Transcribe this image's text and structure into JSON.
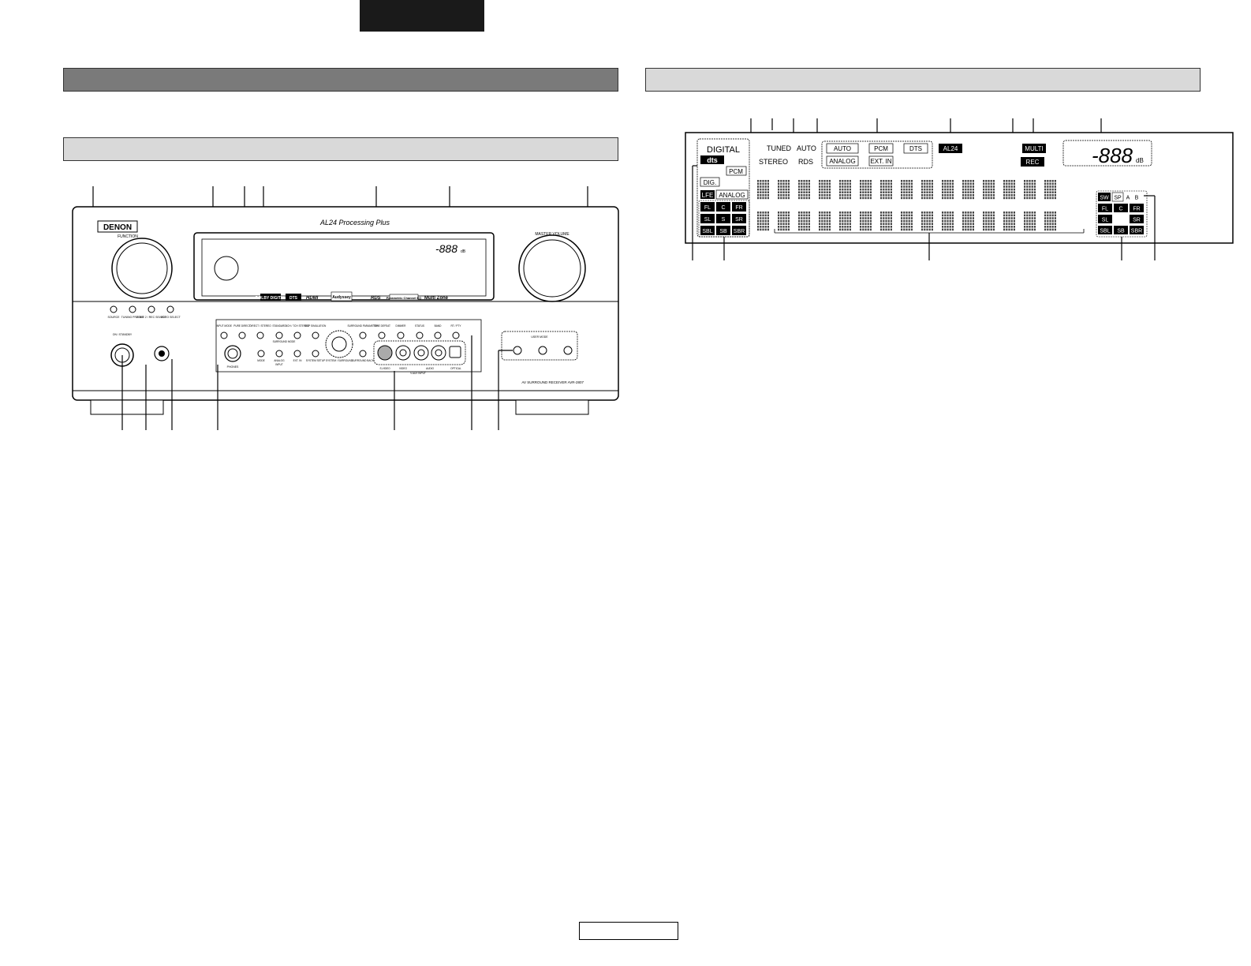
{
  "receiver": {
    "brand": "DENON",
    "function_label": "FUNCTION",
    "processing_label": "AL24 Processing Plus",
    "master_volume_label": "MASTER VOLUME",
    "on_standby_label": "ON / STANDBY",
    "phones_label": "PHONES",
    "model_label": "AV SURROUND RECEIVER AVR-2807",
    "display_readout": "-888",
    "display_unit": "dB",
    "logos": [
      "DOLBY DIGITAL",
      "DTS",
      "HDMI",
      "Audyssey",
      "RDS",
      "Parametric Channel EQ",
      "Multi Zone"
    ],
    "top_buttons": [
      "SOURCE",
      "TUNING PRESET",
      "ZONE 2 / REC SELECT",
      "VIDEO SELECT"
    ],
    "row1_buttons": [
      "INPUT MODE",
      "PURE DIRECT",
      "DIRECT / STEREO",
      "STANDARD",
      "5CH / 7CH STEREO",
      "DSP SIMULATION",
      "SURROUND PARAMETER",
      "TONE DEFEAT",
      "DIMMER",
      "STATUS",
      "BAND",
      "RT / PTY"
    ],
    "row2_buttons": [
      "MODE",
      "ANALOG",
      "INPUT",
      "EXT. IN",
      "SYSTEM SETUP",
      "SURROUND BACK"
    ],
    "labels": {
      "surround_mode": "SURROUND MODE",
      "system_surround": "SYSTEM / SURROUND",
      "v_aux_input": "V.AUX INPUT",
      "s_video": "S-VIDEO",
      "video": "VIDEO",
      "audio": "AUDIO",
      "optical": "OPTICAL",
      "user_mode": "USER MODE"
    }
  },
  "lcd": {
    "dolby_digital": "DIGITAL",
    "dts": "dts",
    "pcm": "PCM",
    "dig": "DIG.",
    "lfe": "LFE",
    "analog_box": "ANALOG",
    "stereo": "STEREO",
    "tuned": "TUNED",
    "auto": "AUTO",
    "rds": "RDS",
    "input_auto": "AUTO",
    "input_pcm": "PCM",
    "input_dts": "DTS",
    "input_analog": "ANALOG",
    "input_ext_in": "EXT. IN",
    "al24": "AL24",
    "multi": "MULTI",
    "rec": "REC",
    "volume_readout": "-888",
    "db": "dB",
    "left_channels": [
      "FL",
      "C",
      "FR",
      "SL",
      "S",
      "SR",
      "SBL",
      "SB",
      "SBR"
    ],
    "right_channels": [
      "SW",
      "SP",
      "A",
      "B",
      "FL",
      "C",
      "FR",
      "SL",
      "SR",
      "SBL",
      "SB",
      "SBR"
    ]
  }
}
